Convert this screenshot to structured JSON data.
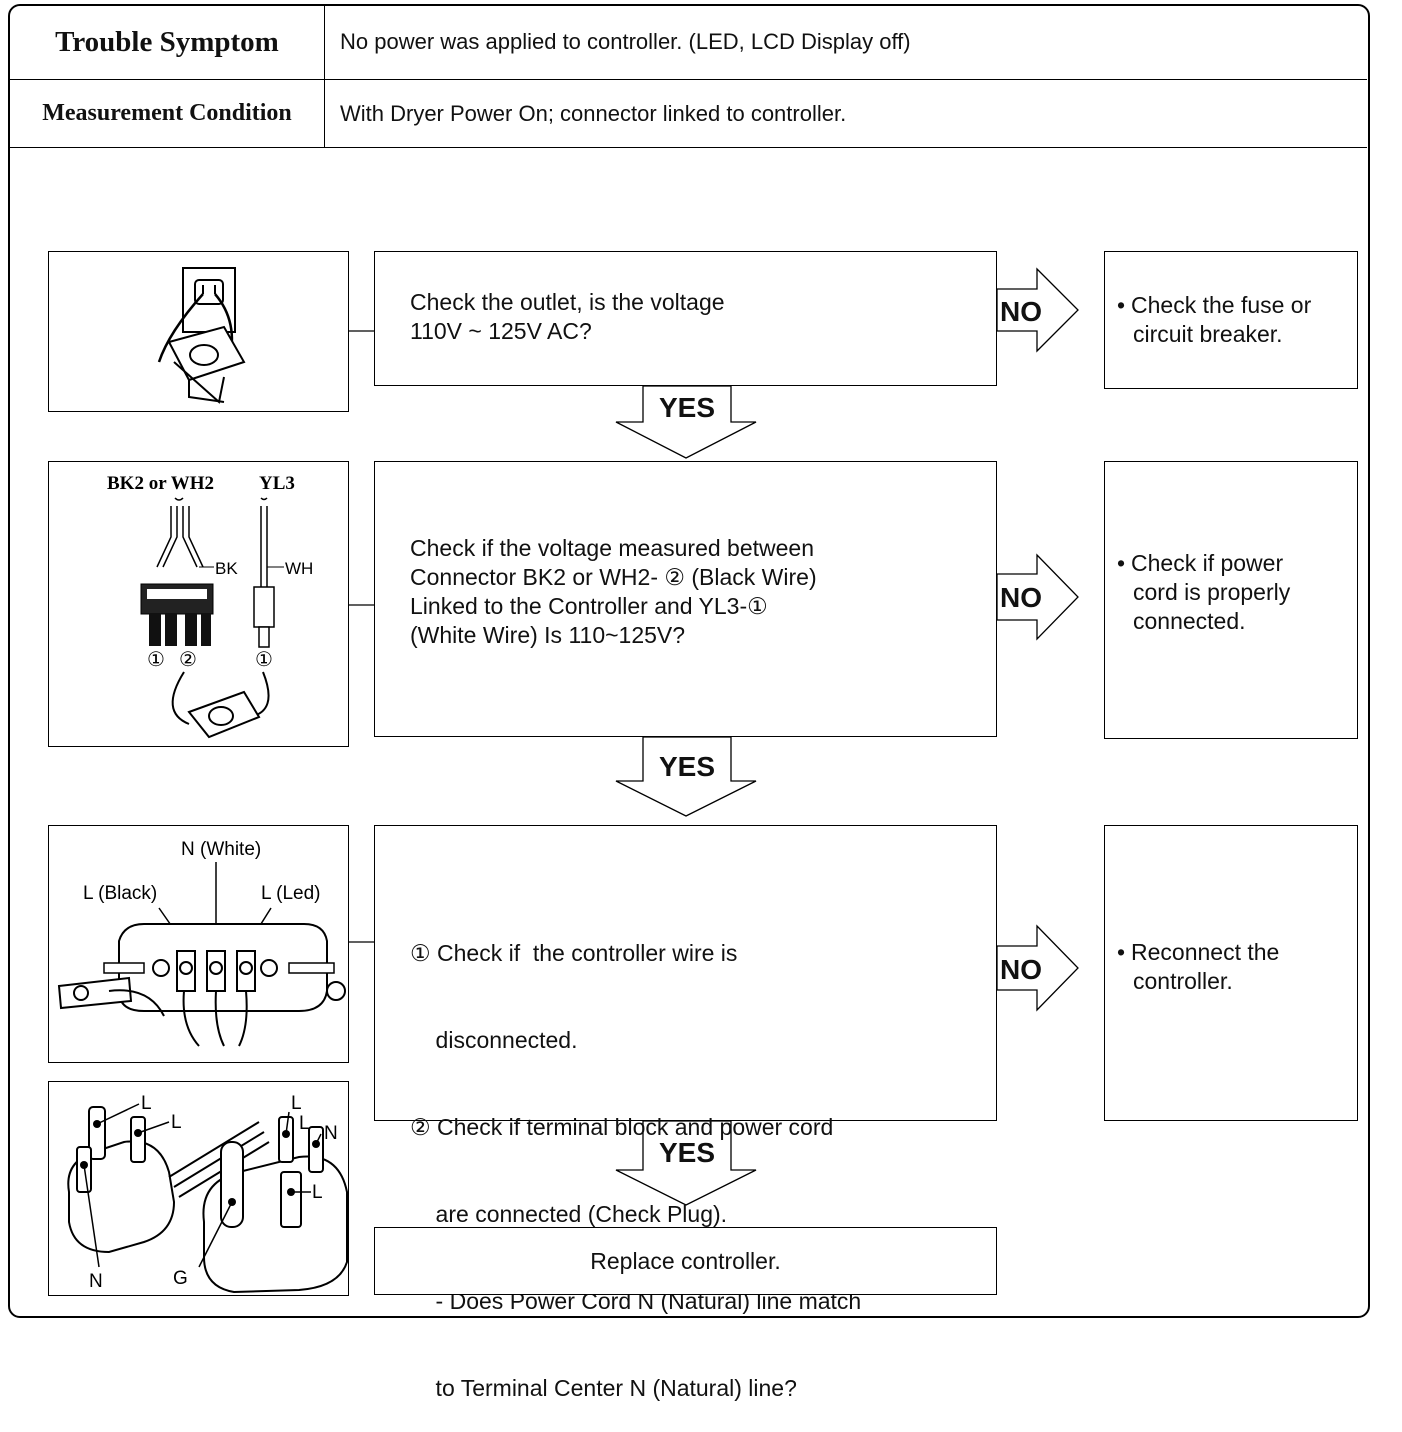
{
  "header": {
    "trouble_symptom_label": "Trouble Symptom",
    "trouble_symptom_value": "No power was applied to controller. (LED, LCD Display off)",
    "measurement_condition_label": "Measurement Condition",
    "measurement_condition_value": "With Dryer Power On; connector linked to controller."
  },
  "steps": [
    {
      "question_lines": [
        "Check the outlet, is the voltage",
        "110V ~ 125V AC?"
      ],
      "no_label": "NO",
      "remedy_lines": [
        "Check the fuse or",
        "circuit breaker."
      ],
      "yes_label": "YES"
    },
    {
      "question_lines": [
        "Check if the voltage measured between",
        "Connector BK2 or WH2- ② (Black Wire)",
        "Linked to the Controller and YL3-①",
        "(White Wire) Is 110~125V?"
      ],
      "no_label": "NO",
      "remedy_lines": [
        "Check if power",
        "cord is properly",
        "connected."
      ],
      "yes_label": "YES"
    },
    {
      "question_lines": [
        "① Check if  the controller wire is",
        "    disconnected.",
        "② Check if terminal block and power cord",
        "    are connected (Check Plug).",
        "    - Does Power Cord N (Natural) line match",
        "    to Terminal Center N (Natural) line?"
      ],
      "no_label": "NO",
      "remedy_lines": [
        "Reconnect the",
        "controller."
      ],
      "yes_label": "YES"
    }
  ],
  "final_action": "Replace controller.",
  "figure_labels": {
    "connector_left": "BK2 or WH2",
    "connector_right": "YL3",
    "wire_bk": "BK",
    "wire_wh": "WH",
    "pin_1a": "①",
    "pin_2": "②",
    "pin_1b": "①",
    "terminal_n": "N (White)",
    "terminal_l_black": "L (Black)",
    "terminal_l_led": "L (Led)",
    "plug_l1": "L",
    "plug_l2": "L",
    "plug_n1": "N",
    "plug_l3": "L",
    "plug_l4": "L",
    "plug_n2": "N",
    "plug_g": "G",
    "plug_l5": "L"
  }
}
